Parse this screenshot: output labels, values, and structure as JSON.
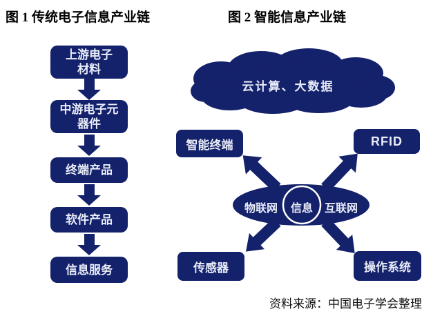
{
  "figure1": {
    "title": "图 1 传统电子信息产业链",
    "chain": [
      {
        "lines": [
          "上游电子",
          "材料"
        ]
      },
      {
        "lines": [
          "中游电子元",
          "器件"
        ]
      },
      {
        "lines": [
          "终端产品"
        ]
      },
      {
        "lines": [
          "软件产品"
        ]
      },
      {
        "lines": [
          "信息服务"
        ]
      }
    ]
  },
  "figure2": {
    "title": "图 2 智能信息产业链",
    "cloud_label": "云计算、大数据",
    "hub": {
      "left": "物联网",
      "center": "信息",
      "right": "互联网"
    },
    "nodes": {
      "top_left": "智能终端",
      "top_right": "RFID",
      "bottom_left": "传感器",
      "bottom_right": "操作系统"
    }
  },
  "source_note": "资料来源：中国电子学会整理",
  "colors": {
    "navy": "#14216b",
    "label_light": "#e9edf8",
    "title_text": "#000000"
  }
}
